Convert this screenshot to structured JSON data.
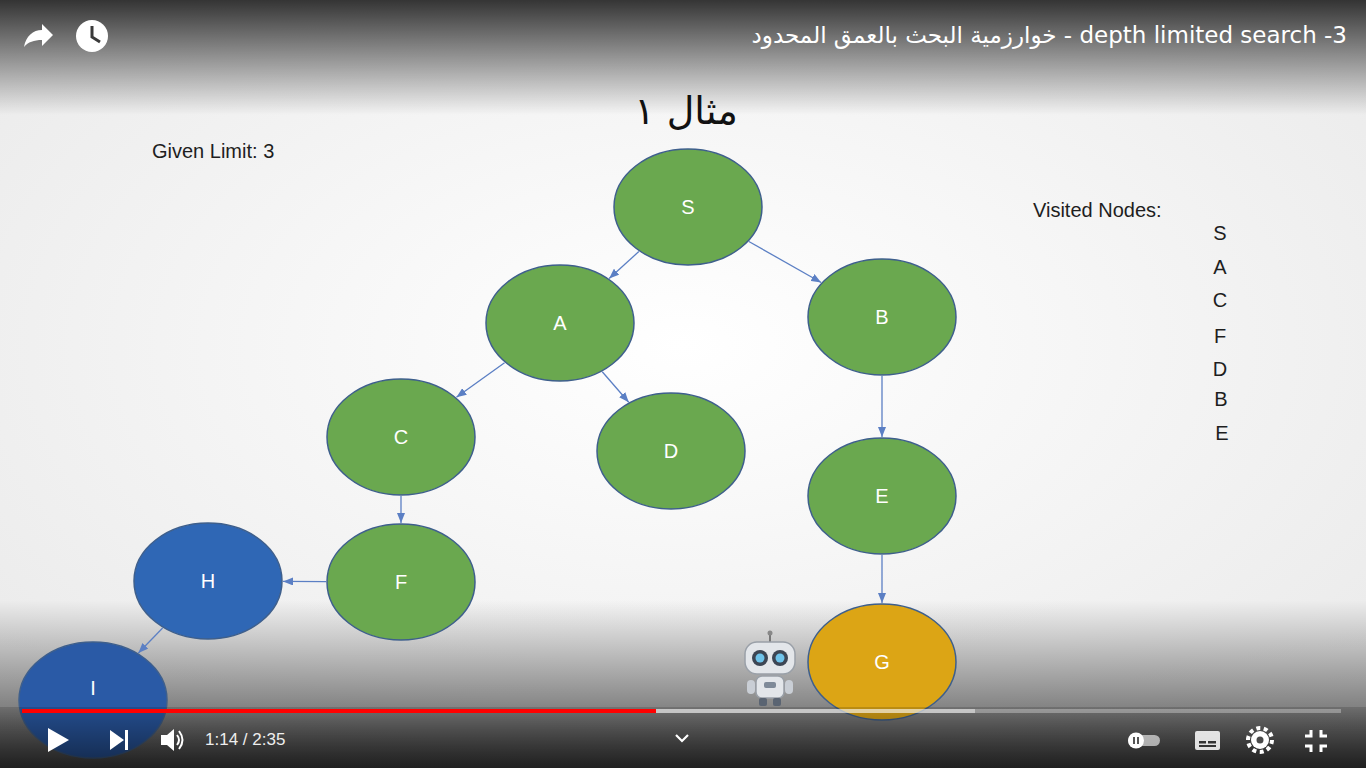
{
  "diagram": {
    "title": "مثال ١",
    "nodes": [
      {
        "text": [
          "S"
        ]
      },
      {
        "text": [
          "A"
        ]
      },
      {
        "text": [
          "B"
        ]
      },
      {
        "text": [
          "C"
        ]
      },
      {
        "text": [
          "D"
        ]
      },
      {
        "text": [
          "E"
        ]
      },
      {
        "text": [
          "F"
        ]
      },
      {
        "text": [
          "G"
        ]
      },
      {
        "text": [
          "H"
        ]
      },
      {
        "text": [
          "I"
        ]
      }
    ],
    "edges": [
      {
        "from": 0,
        "to": 1,
        "arrow": "to"
      },
      {
        "from": 0,
        "to": 2,
        "arrow": "to"
      },
      {
        "from": 1,
        "to": 3,
        "arrow": "to"
      },
      {
        "from": 1,
        "to": 4,
        "arrow": "to"
      },
      {
        "from": 2,
        "to": 5,
        "arrow": "to"
      },
      {
        "from": 3,
        "to": 6,
        "arrow": "to"
      },
      {
        "from": 5,
        "to": 7,
        "arrow": "to"
      },
      {
        "from": 6,
        "to": 8,
        "arrow": "to"
      },
      {
        "from": 8,
        "to": 9,
        "arrow": "to"
      }
    ],
    "labels": [
      "خوارزمية البحث بالعمق المحدود - depth limited search -3",
      "Given Limit: 3",
      "Visited Nodes:",
      "S",
      "A",
      "C",
      "F",
      "D",
      "B",
      "E",
      "1:14 / 2:35"
    ]
  }
}
